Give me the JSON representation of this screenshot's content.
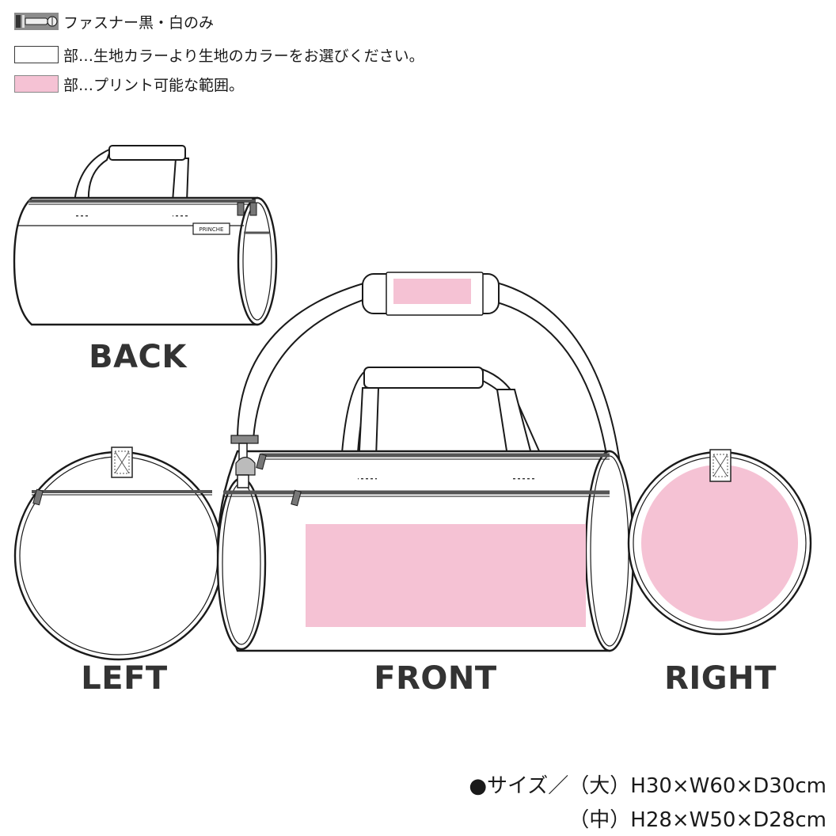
{
  "legend": {
    "items": [
      {
        "icon": "zipper-icon",
        "text": "ファスナー黒・白のみ"
      },
      {
        "swatch": "#ffffff",
        "text": "部…生地カラーより生地のカラーをお選びください。"
      },
      {
        "swatch": "#f5c2d4",
        "text": "部…プリント可能な範囲。"
      }
    ]
  },
  "views": {
    "back": "BACK",
    "left": "LEFT",
    "front": "FRONT",
    "right": "RIGHT"
  },
  "brand_tag": "PRINCHE",
  "sizes": [
    "●サイズ／（大）H30×W60×D30cm",
    "（中）H28×W50×D28cm"
  ],
  "colors": {
    "print_area": "#f5c2d4",
    "outline": "#1a1a1a",
    "zipper": "#555555"
  }
}
